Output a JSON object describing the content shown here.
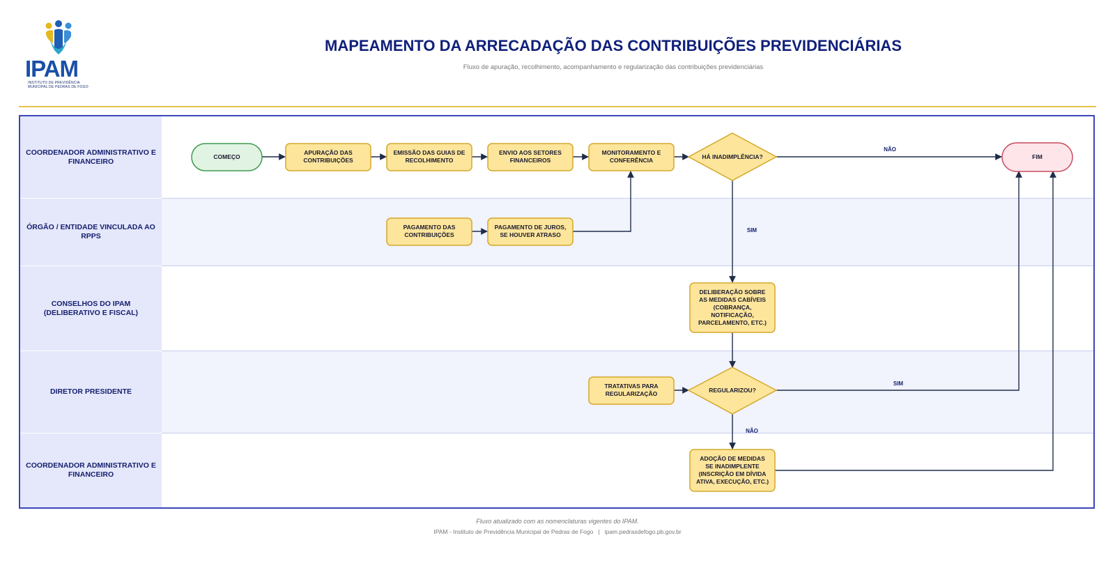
{
  "header": {
    "logo_text": "IPAM",
    "logo_sub1": "INSTITUTO DE PREVIDÊNCIA",
    "logo_sub2": "MUNICIPAL DE PEDRAS DE FOGO",
    "title": "MAPEAMENTO DA ARRECADAÇÃO DAS CONTRIBUIÇÕES PREVIDENCIÁRIAS",
    "subtitle": "Fluxo de apuração, recolhimento, acompanhamento e regularização das contribuições previdenciárias"
  },
  "lanes": [
    "COORDENADOR ADMINISTRATIVO E FINANCEIRO",
    "ÓRGÃO / ENTIDADE VINCULADA AO RPPS",
    "CONSELHOS DO IPAM (DELIBERATIVO E FISCAL)",
    "DIRETOR PRESIDENTE",
    "COORDENADOR ADMINISTRATIVO E FINANCEIRO"
  ],
  "colors": {
    "process_fill": "#fde59b",
    "process_stroke": "#d4a82a",
    "start_fill": "#e1f3e3",
    "start_stroke": "#3f9a4e",
    "end_fill": "#fde5ea",
    "end_stroke": "#c94a5c",
    "decision_fill": "#fde59b",
    "lane_label_bg": "#e5e7fb",
    "frame": "#3b46b8",
    "title": "#0f1f7a"
  },
  "nodes": {
    "start": [
      "COMEÇO"
    ],
    "apuracao": [
      "APURAÇÃO DAS",
      "CONTRIBUIÇÕES"
    ],
    "emissao": [
      "EMISSÃO DAS GUIAS DE",
      "RECOLHIMENTO"
    ],
    "envio": [
      "ENVIO AOS SETORES",
      "FINANCEIROS"
    ],
    "monitoramento": [
      "MONITORAMENTO E",
      "CONFERÊNCIA"
    ],
    "inadimplencia": [
      "HÁ INADIMPLÊNCIA?"
    ],
    "fim": [
      "FIM"
    ],
    "pagamento": [
      "PAGAMENTO DAS",
      "CONTRIBUIÇÕES"
    ],
    "juros": [
      "PAGAMENTO DE JUROS,",
      "SE HOUVER ATRASO"
    ],
    "deliberacao": [
      "DELIBERAÇÃO SOBRE",
      "AS MEDIDAS CABÍVEIS",
      "(COBRANÇA,",
      "NOTIFICAÇÃO,",
      "PARCELAMENTO, ETC.)"
    ],
    "tratativas": [
      "TRATATIVAS PARA",
      "REGULARIZAÇÃO"
    ],
    "regularizou": [
      "REGULARIZOU?"
    ],
    "adocao": [
      "ADOÇÃO DE MEDIDAS",
      "SE INADIMPLENTE",
      "(INSCRIÇÃO EM DÍVIDA",
      "ATIVA, EXECUÇÃO, ETC.)"
    ]
  },
  "edge_labels": {
    "nao_1": "NÃO",
    "sim_1": "SIM",
    "sim_2": "SIM",
    "nao_2": "NÃO"
  },
  "footer": {
    "note": "Fluxo atualizado com as nomenclaturas vigentes do IPAM.",
    "org": "IPAM - Instituto de Previdência Municipal de Pedras de Fogo   |   ipam.pedrasdefogo.pb.gov.br"
  }
}
